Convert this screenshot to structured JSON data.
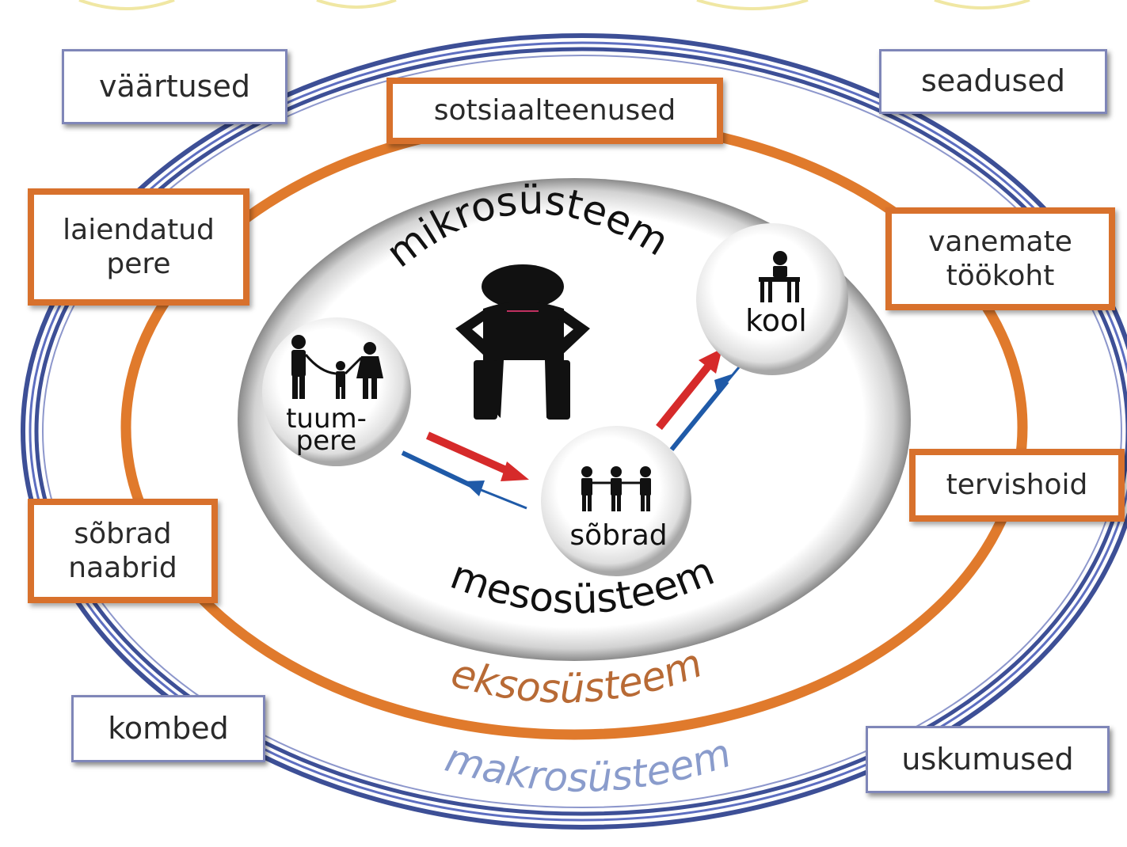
{
  "title": "",
  "colors": {
    "macro_ring": "#3d4f96",
    "exo_ring": "#e07a2c",
    "meso_fill": "#ffffff",
    "arrow_red": "#d62a2a",
    "arrow_blue": "#1f5aa8",
    "figure": "#111111"
  },
  "levels": {
    "mikro": "mikrosüsteem",
    "meso": "mesosüsteem",
    "ekso": "eksosüsteem",
    "makro": "makrosüsteem"
  },
  "macro_boxes": {
    "vaartused": "väärtused",
    "seadused": "seadused",
    "kombed": "kombed",
    "uskumused": "uskumused"
  },
  "exo_boxes": {
    "sotsiaalteenused": "sotsiaalteenused",
    "laiendatud_pere": "laiendatud\npere",
    "vanemate_tookoht": "vanemate\ntöökoht",
    "tervishoid": "tervishoid",
    "sobrad_naabrid": "sõbrad\nnaabrid"
  },
  "micro_nodes": {
    "tuumpere": [
      "tuum-",
      "pere"
    ],
    "sobrad": "sõbrad",
    "kool": "kool"
  },
  "icons": [
    "child-figure-icon",
    "family-icon",
    "friends-icon",
    "school-desk-icon"
  ]
}
